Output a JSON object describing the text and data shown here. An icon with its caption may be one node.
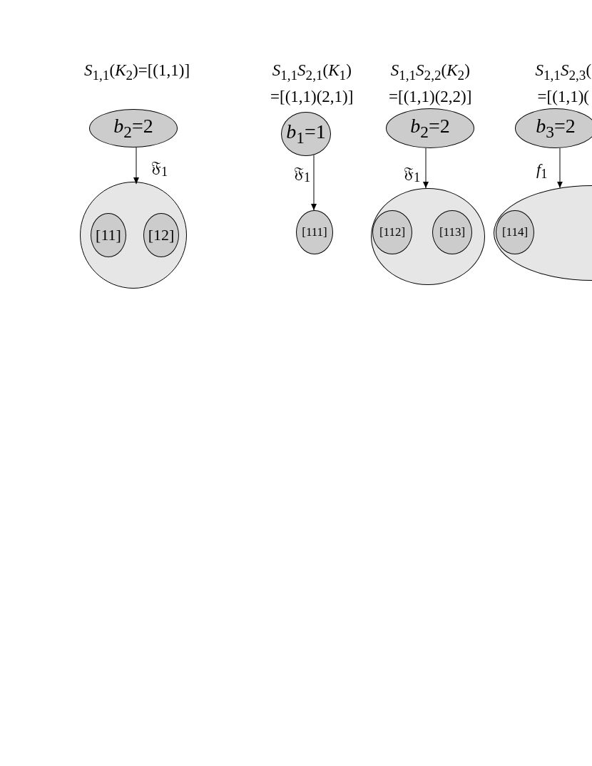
{
  "diagram": {
    "nodes": [
      {
        "text": [
          "*b*$_{2}$=2"
        ]
      },
      {
        "text": [],
        "shape": "circle"
      },
      {
        "text": [
          "[11]"
        ],
        "in": 1
      },
      {
        "text": [
          "[12]"
        ],
        "in": 1
      },
      {
        "text": [
          "*b*$_{1}$=1"
        ]
      },
      {
        "text": [
          "[111]"
        ]
      },
      {
        "text": [
          "*b*$_{2}$=2"
        ]
      },
      {
        "text": [],
        "shape": "ellipse"
      },
      {
        "text": [
          "[112]"
        ],
        "in": 7
      },
      {
        "text": [
          "[113]"
        ],
        "in": 7
      },
      {
        "text": [
          "*b*$_{3}$=2"
        ]
      },
      {
        "text": [],
        "shape": "ellipse"
      },
      {
        "text": [
          "[114]"
        ],
        "in": 11
      }
    ],
    "edges": [
      {
        "from": 0,
        "to": 1,
        "arrow": "to",
        "label": "𝔉$_{1}$"
      },
      {
        "from": 4,
        "to": 5,
        "arrow": "to",
        "label": "𝔉$_{1}$"
      },
      {
        "from": 6,
        "to": 7,
        "arrow": "to",
        "label": "𝔉$_{1}$"
      },
      {
        "from": 10,
        "to": 11,
        "arrow": "to",
        "label": "*f*$_{1}$"
      }
    ],
    "labels": [
      "*S*$_{1,1}$(*K*$_{2}$)=[(1,1)]",
      "*S*$_{1,1}$*S*$_{2,1}$(*K*$_{1}$) =[(1,1)(2,1)]",
      "*S*$_{1,1}$*S*$_{2,2}$(*K*$_{2}$) =[(1,1)(2,2)]",
      "*S*$_{1,1}$*S*$_{2,3}$( =[(1,1)("
    ]
  }
}
